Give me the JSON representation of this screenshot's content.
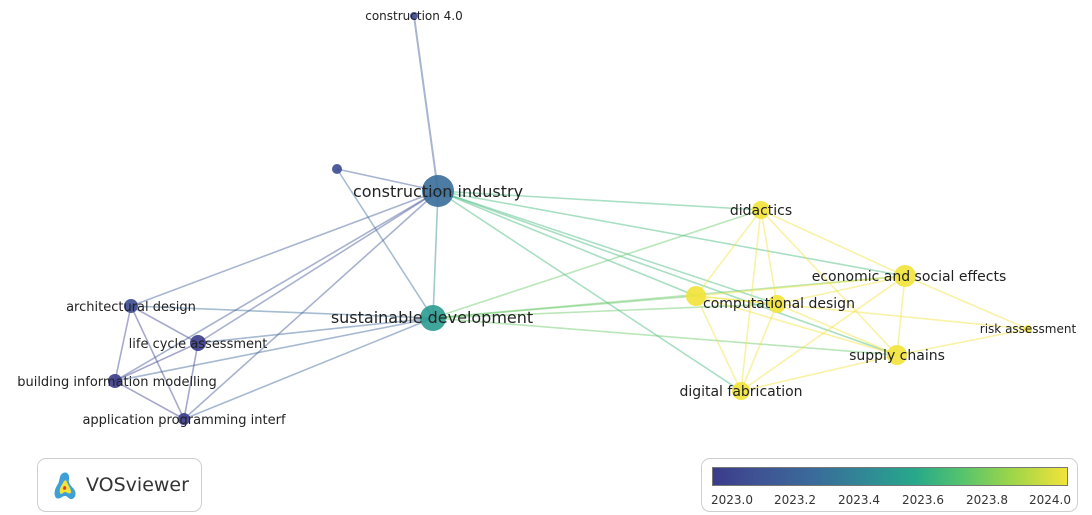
{
  "nodes": [
    {
      "id": "construction_4_0",
      "label": "construction 4.0",
      "year": 2023.1
    },
    {
      "id": "unlabeled_node",
      "label": "",
      "year": 2023.1
    },
    {
      "id": "construction_industry",
      "label": "construction industry",
      "year": 2023.3
    },
    {
      "id": "sustainable_development",
      "label": "sustainable development",
      "year": 2023.5
    },
    {
      "id": "architectural_design",
      "label": "architectural design",
      "year": 2023.1
    },
    {
      "id": "life_cycle_assessment",
      "label": "life cycle assessment",
      "year": 2023.0
    },
    {
      "id": "building_information_modelling",
      "label": "building information modelling",
      "year": 2023.0
    },
    {
      "id": "application_programming_interf",
      "label": "application programming interf",
      "year": 2023.0
    },
    {
      "id": "didactics",
      "label": "didactics",
      "year": 2024.0
    },
    {
      "id": "economic_and_social_effects",
      "label": "economic and social effects",
      "year": 2024.0
    },
    {
      "id": "computational_design",
      "label": "computational design",
      "year": 2024.0
    },
    {
      "id": "computational_design_2",
      "label": "",
      "year": 2024.0
    },
    {
      "id": "risk_assessment",
      "label": "risk assessment",
      "year": 2024.0
    },
    {
      "id": "supply_chains",
      "label": "supply chains",
      "year": 2024.0
    },
    {
      "id": "digital_fabrication",
      "label": "digital fabrication",
      "year": 2024.0
    }
  ],
  "links": [
    [
      "construction_4_0",
      "construction_industry"
    ],
    [
      "unlabeled_node",
      "construction_industry"
    ],
    [
      "unlabeled_node",
      "sustainable_development"
    ],
    [
      "construction_industry",
      "sustainable_development"
    ],
    [
      "construction_industry",
      "architectural_design"
    ],
    [
      "construction_industry",
      "life_cycle_assessment"
    ],
    [
      "construction_industry",
      "building_information_modelling"
    ],
    [
      "construction_industry",
      "application_programming_interf"
    ],
    [
      "construction_industry",
      "didactics"
    ],
    [
      "construction_industry",
      "economic_and_social_effects"
    ],
    [
      "construction_industry",
      "computational_design"
    ],
    [
      "construction_industry",
      "computational_design_2"
    ],
    [
      "construction_industry",
      "supply_chains"
    ],
    [
      "construction_industry",
      "digital_fabrication"
    ],
    [
      "sustainable_development",
      "architectural_design"
    ],
    [
      "sustainable_development",
      "life_cycle_assessment"
    ],
    [
      "sustainable_development",
      "building_information_modelling"
    ],
    [
      "sustainable_development",
      "application_programming_interf"
    ],
    [
      "sustainable_development",
      "computational_design"
    ],
    [
      "sustainable_development",
      "computational_design_2"
    ],
    [
      "sustainable_development",
      "economic_and_social_effects"
    ],
    [
      "sustainable_development",
      "didactics"
    ],
    [
      "sustainable_development",
      "supply_chains"
    ],
    [
      "architectural_design",
      "life_cycle_assessment"
    ],
    [
      "architectural_design",
      "building_information_modelling"
    ],
    [
      "architectural_design",
      "application_programming_interf"
    ],
    [
      "life_cycle_assessment",
      "building_information_modelling"
    ],
    [
      "life_cycle_assessment",
      "application_programming_interf"
    ],
    [
      "building_information_modelling",
      "application_programming_interf"
    ],
    [
      "didactics",
      "computational_design"
    ],
    [
      "didactics",
      "computational_design_2"
    ],
    [
      "didactics",
      "economic_and_social_effects"
    ],
    [
      "didactics",
      "supply_chains"
    ],
    [
      "didactics",
      "digital_fabrication"
    ],
    [
      "economic_and_social_effects",
      "computational_design"
    ],
    [
      "economic_and_social_effects",
      "computational_design_2"
    ],
    [
      "economic_and_social_effects",
      "risk_assessment"
    ],
    [
      "economic_and_social_effects",
      "supply_chains"
    ],
    [
      "economic_and_social_effects",
      "digital_fabrication"
    ],
    [
      "computational_design",
      "computational_design_2"
    ],
    [
      "computational_design",
      "supply_chains"
    ],
    [
      "computational_design",
      "digital_fabrication"
    ],
    [
      "computational_design_2",
      "supply_chains"
    ],
    [
      "computational_design_2",
      "digital_fabrication"
    ],
    [
      "risk_assessment",
      "supply_chains"
    ],
    [
      "risk_assessment",
      "computational_design"
    ],
    [
      "supply_chains",
      "digital_fabrication"
    ]
  ],
  "overlay": {
    "logo_text": "VOSviewer",
    "logo_icon": "vosviewer-logo-icon"
  },
  "legend": {
    "min": 2023.0,
    "max": 2024.0,
    "ticks": [
      "2023.0",
      "2023.2",
      "2023.4",
      "2023.6",
      "2023.8",
      "2024.0"
    ],
    "colors": [
      "#3a3b8b",
      "#3f5293",
      "#3a6a9a",
      "#2f8d95",
      "#27a88a",
      "#54c36e",
      "#9bd54a",
      "#f2e33a"
    ]
  }
}
